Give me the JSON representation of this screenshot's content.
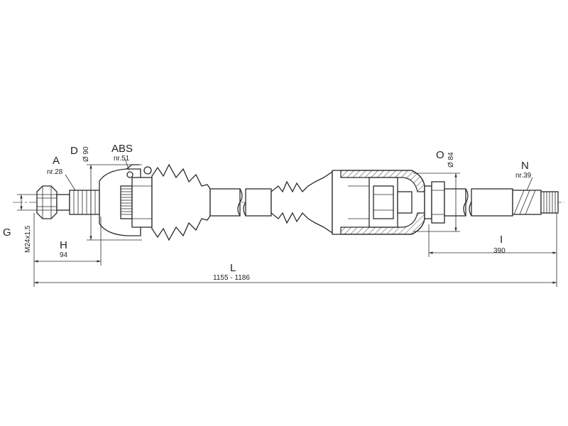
{
  "labels": {
    "A": {
      "letter": "A",
      "sub": "nr.28"
    },
    "ABS": {
      "letter": "ABS",
      "sub": "nr.51"
    },
    "D": {
      "letter": "D",
      "sub": "Ø 90"
    },
    "O": {
      "letter": "O",
      "sub": "Ø 84"
    },
    "N": {
      "letter": "N",
      "sub": "nr.39"
    },
    "G": {
      "letter": "G",
      "sub": "M24x1,5"
    },
    "H": {
      "letter": "H",
      "sub": "94"
    },
    "I": {
      "letter": "I",
      "sub": "390"
    },
    "L": {
      "letter": "L",
      "sub": "1155 - 1186"
    }
  }
}
